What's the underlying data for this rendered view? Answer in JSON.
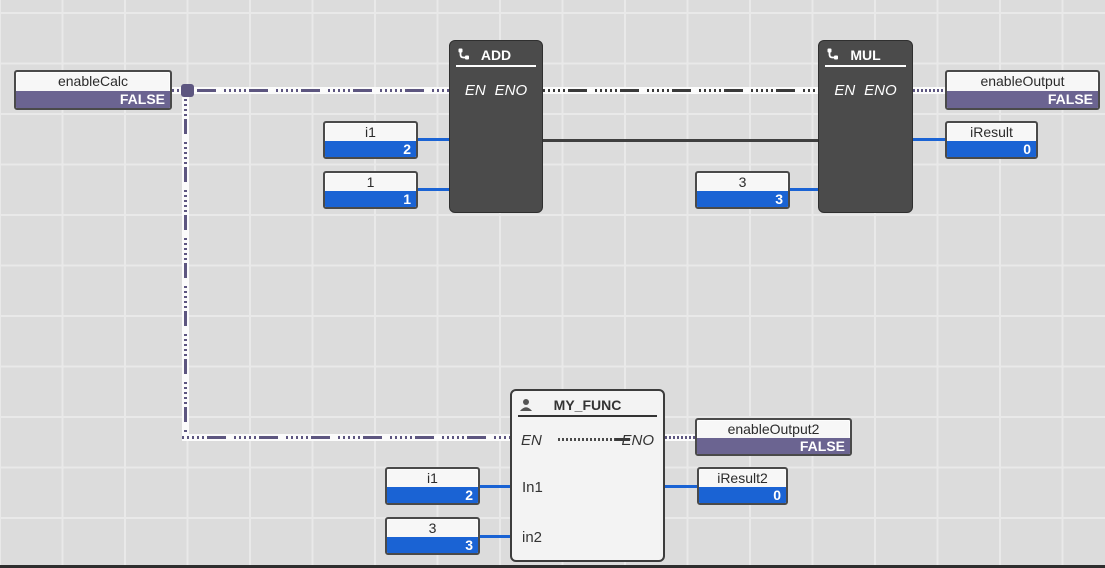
{
  "editor": {
    "language": "FBD",
    "view": "network-canvas"
  },
  "colors": {
    "canvas_bg": "#dcdcdc",
    "grid_line": "#e9e9e9",
    "bool_false_fill": "#6b6491",
    "int_value_fill": "#1a63d4",
    "block_dark_fill": "#4b4b4b",
    "block_light_fill": "#f3f3f3",
    "wire_purple": "#5d5680",
    "wire_dark": "#3a3a3a",
    "wire_blue": "#1a63d4"
  },
  "icons": {
    "operator_block": "operator-fork-icon",
    "user_function_block": "person-icon"
  },
  "vars": {
    "enableCalc": {
      "name": "enableCalc",
      "value": "FALSE"
    },
    "addIn1": {
      "name": "i1",
      "value": "2"
    },
    "addIn2": {
      "name": "1",
      "value": "1"
    },
    "mulIn2": {
      "name": "3",
      "value": "3"
    },
    "enableOutput": {
      "name": "enableOutput",
      "value": "FALSE"
    },
    "iResult": {
      "name": "iResult",
      "value": "0"
    },
    "funcIn1": {
      "name": "i1",
      "value": "2"
    },
    "funcIn2": {
      "name": "3",
      "value": "3"
    },
    "enableOutput2": {
      "name": "enableOutput2",
      "value": "FALSE"
    },
    "iResult2": {
      "name": "iResult2",
      "value": "0"
    }
  },
  "blocks": {
    "add": {
      "title": "ADD",
      "en": "EN",
      "eno": "ENO"
    },
    "mul": {
      "title": "MUL",
      "en": "EN",
      "eno": "ENO"
    },
    "myFunc": {
      "title": "MY_FUNC",
      "en": "EN",
      "eno": "ENO",
      "in1": "In1",
      "in2": "in2"
    }
  }
}
